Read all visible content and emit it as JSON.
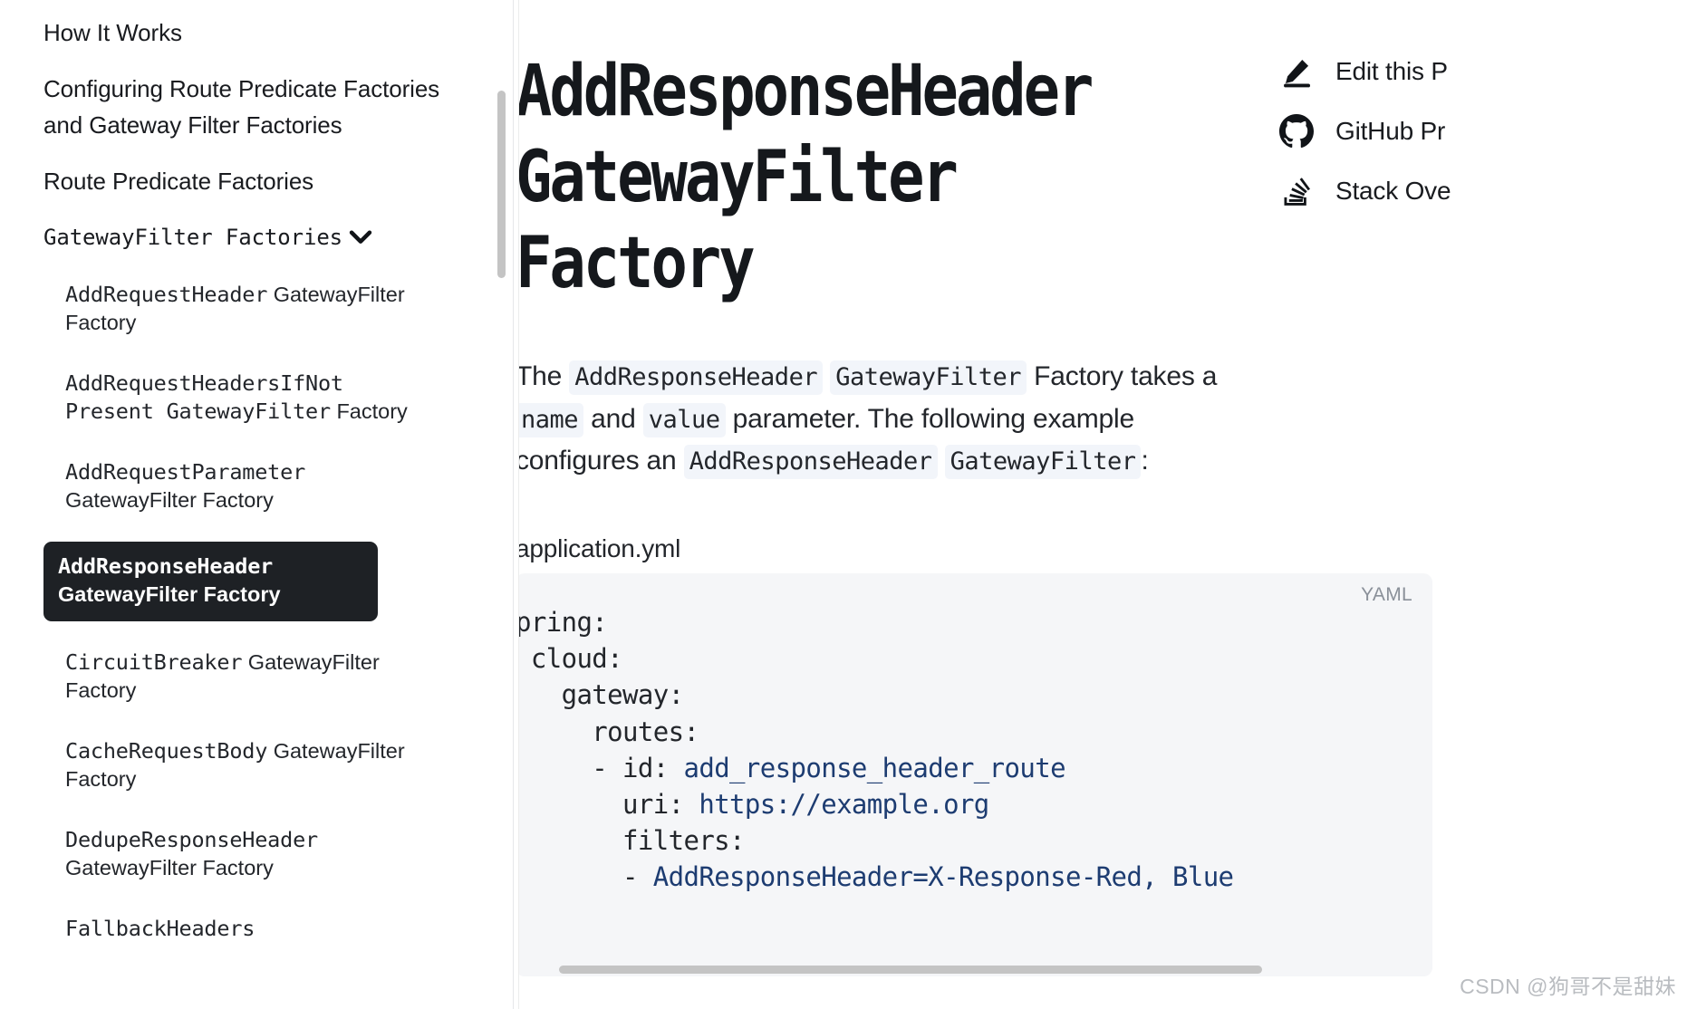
{
  "sidebar": {
    "top_items": [
      {
        "label": "How It Works",
        "mono": false
      },
      {
        "label": "Configuring Route Predicate Factories and Gateway Filter Factories",
        "mono": false
      },
      {
        "label": "Route Predicate Factories",
        "mono": false
      }
    ],
    "section": {
      "label": "GatewayFilter Factories",
      "chevron_icon": "chevron-down-icon",
      "expanded": true
    },
    "sub_items": [
      {
        "name": "AddRequestHeader",
        "tail": " GatewayFilter Factory",
        "active": false
      },
      {
        "name": "AddRequestHeadersIfNot Present GatewayFilter",
        "tail": " Factory",
        "active": false
      },
      {
        "name": "AddRequestParameter",
        "tail": " GatewayFilter Factory",
        "active": false
      },
      {
        "name": "AddResponseHeader",
        "tail": " GatewayFilter Factory",
        "active": true
      },
      {
        "name": "CircuitBreaker",
        "tail": " GatewayFilter Factory",
        "active": false
      },
      {
        "name": "CacheRequestBody",
        "tail": " GatewayFilter Factory",
        "active": false
      },
      {
        "name": "DedupeResponseHeader",
        "tail": " GatewayFilter Factory",
        "active": false
      },
      {
        "name": "FallbackHeaders",
        "tail": "",
        "active": false
      }
    ],
    "scrollbar": {
      "visible": true
    }
  },
  "main": {
    "title": "AddResponseHeader GatewayFilter Factory",
    "paragraph": {
      "part1": "The ",
      "code1": "AddResponseHeader",
      "part2": " ",
      "code2": "GatewayFilter",
      "part3": " Factory takes a ",
      "code3": "name",
      "part4": " and ",
      "code4": "value",
      "part5": " parameter. The following example configures an ",
      "code5": "AddResponseHeader",
      "part6": " ",
      "code6": "GatewayFilter",
      "part7": ":"
    },
    "code_caption": "application.yml",
    "code_block": {
      "language_label": "YAML",
      "lines": [
        {
          "text": "pring:",
          "value": ""
        },
        {
          "text": " cloud:",
          "value": ""
        },
        {
          "text": "   gateway:",
          "value": ""
        },
        {
          "text": "     routes:",
          "value": ""
        },
        {
          "text": "     - id: ",
          "value": "add_response_header_route"
        },
        {
          "text": "       uri: ",
          "value": "https://example.org"
        },
        {
          "text": "       filters:",
          "value": ""
        },
        {
          "text": "       - ",
          "value": "AddResponseHeader=X-Response-Red, Blue"
        }
      ],
      "scrollbar": {
        "visible": true
      }
    }
  },
  "right_rail": {
    "links": [
      {
        "label": "Edit this P",
        "icon": "pencil-icon"
      },
      {
        "label": "GitHub Pr",
        "icon": "github-icon"
      },
      {
        "label": "Stack Ove",
        "icon": "stack-overflow-icon"
      }
    ]
  },
  "watermark": {
    "text": "CSDN @狗哥不是甜妹"
  },
  "colors": {
    "active_bg": "#1e2125",
    "code_bg": "#f5f6f8",
    "inline_code_bg": "#f2f5fa",
    "code_value": "#1d3c71",
    "scrollbar": "#c4c4c4",
    "watermark": "#b9bcc0"
  }
}
